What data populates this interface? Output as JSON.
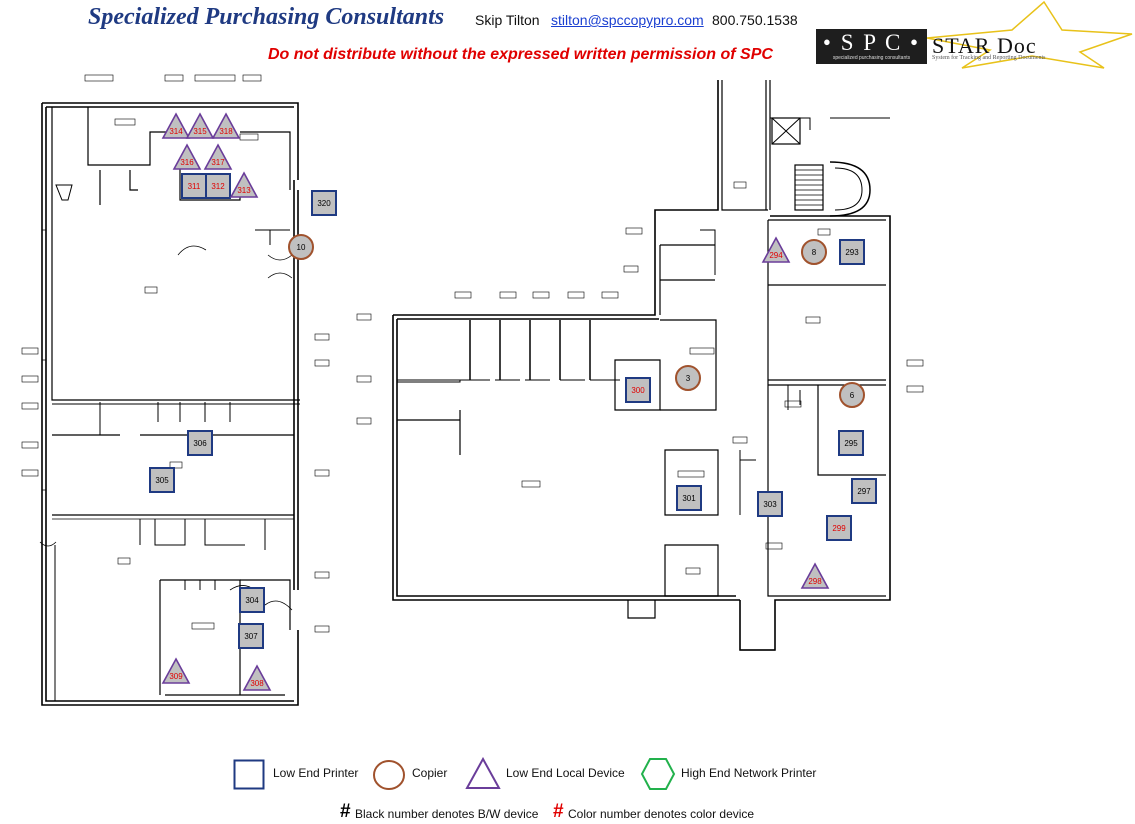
{
  "header": {
    "company": "Specialized Purchasing Consultants",
    "contact_name": "Skip Tilton",
    "contact_email": "stilton@spccopypro.com",
    "contact_phone": "800.750.1538",
    "notice": "Do not distribute without the expressed written permission of SPC"
  },
  "logo": {
    "spc": "• S P C •",
    "spc_tagline": "specialized purchasing consultants",
    "product": "STAR Doc",
    "tagline": "System for Tracking and Reporting Documents"
  },
  "colors": {
    "low_end_printer": "#1f3a82",
    "copier": "#a0522d",
    "low_end_local": "#6a3d9a",
    "high_end_network": "#22b14c",
    "color_number": "#e00000",
    "fill": "#c0c0c0"
  },
  "devices": [
    {
      "id": "314",
      "type": "low_end_local",
      "color": true
    },
    {
      "id": "315",
      "type": "low_end_local",
      "color": true
    },
    {
      "id": "318",
      "type": "low_end_local",
      "color": true
    },
    {
      "id": "316",
      "type": "low_end_local",
      "color": true
    },
    {
      "id": "317",
      "type": "low_end_local",
      "color": true
    },
    {
      "id": "311",
      "type": "low_end_printer",
      "color": true
    },
    {
      "id": "312",
      "type": "low_end_printer",
      "color": true
    },
    {
      "id": "313",
      "type": "low_end_local",
      "color": true
    },
    {
      "id": "320",
      "type": "low_end_printer",
      "color": false
    },
    {
      "id": "10",
      "type": "copier",
      "color": false
    },
    {
      "id": "306",
      "type": "low_end_printer",
      "color": false
    },
    {
      "id": "305",
      "type": "low_end_printer",
      "color": false
    },
    {
      "id": "304",
      "type": "low_end_printer",
      "color": false
    },
    {
      "id": "307",
      "type": "low_end_printer",
      "color": false
    },
    {
      "id": "309",
      "type": "low_end_local",
      "color": true
    },
    {
      "id": "308",
      "type": "low_end_local",
      "color": true
    },
    {
      "id": "300",
      "type": "low_end_printer",
      "color": true
    },
    {
      "id": "3",
      "type": "copier",
      "color": false
    },
    {
      "id": "301",
      "type": "low_end_printer",
      "color": false
    },
    {
      "id": "303",
      "type": "low_end_printer",
      "color": false
    },
    {
      "id": "294",
      "type": "low_end_local",
      "color": true
    },
    {
      "id": "8",
      "type": "copier",
      "color": false
    },
    {
      "id": "293",
      "type": "low_end_printer",
      "color": false
    },
    {
      "id": "6",
      "type": "copier",
      "color": false
    },
    {
      "id": "295",
      "type": "low_end_printer",
      "color": false
    },
    {
      "id": "297",
      "type": "low_end_printer",
      "color": false
    },
    {
      "id": "299",
      "type": "low_end_printer",
      "color": true
    },
    {
      "id": "298",
      "type": "low_end_local",
      "color": true
    }
  ],
  "legend": {
    "items": [
      {
        "symbol": "square",
        "label": "Low End Printer"
      },
      {
        "symbol": "circle",
        "label": "Copier"
      },
      {
        "symbol": "triangle",
        "label": "Low End Local Device"
      },
      {
        "symbol": "hexagon",
        "label": "High End Network Printer"
      }
    ],
    "note_bw_symbol": "#",
    "note_bw": "Black number denotes B/W device",
    "note_color_symbol": "#",
    "note_color": "Color number denotes color device"
  }
}
